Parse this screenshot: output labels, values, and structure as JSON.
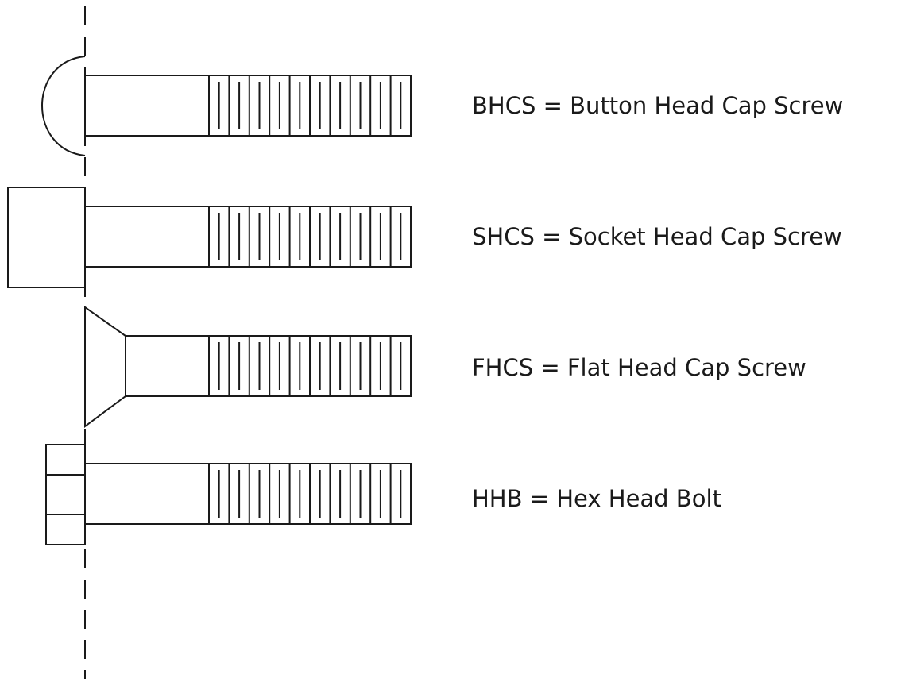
{
  "legend": [
    {
      "label": "BHCS = Button Head Cap Screw",
      "head": "button"
    },
    {
      "label": "SHCS = Socket Head Cap Screw",
      "head": "socket"
    },
    {
      "label": "FHCS = Flat Head Cap Screw",
      "head": "flat"
    },
    {
      "label": "HHB = Hex Head Bolt",
      "head": "hex"
    }
  ],
  "colors": {
    "stroke": "#1a1a1a",
    "background": "#ffffff"
  }
}
